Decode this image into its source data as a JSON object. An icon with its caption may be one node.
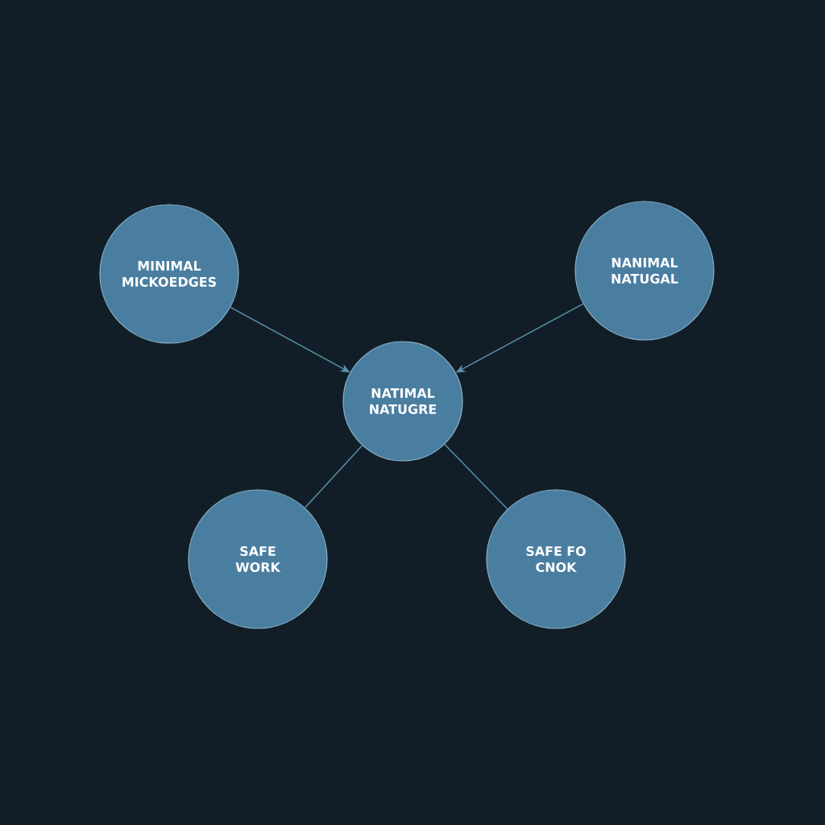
{
  "diagram": {
    "nodes": [
      {
        "text": [
          "MINIMAL MICKOEDGES"
        ]
      },
      {
        "text": [
          "NANIMAL NATUGAL"
        ]
      },
      {
        "text": [
          "NATIMAL NATUGRE"
        ]
      },
      {
        "text": [
          "SAFE WORK"
        ]
      },
      {
        "text": [
          "SAFE FO CNOK"
        ]
      }
    ],
    "edges": [
      {
        "from": 0,
        "to": 2,
        "arrow": "to"
      },
      {
        "from": 1,
        "to": 2,
        "arrow": "to"
      },
      {
        "from": 2,
        "to": 3,
        "arrow": "none"
      },
      {
        "from": 2,
        "to": 4,
        "arrow": "none"
      }
    ]
  }
}
